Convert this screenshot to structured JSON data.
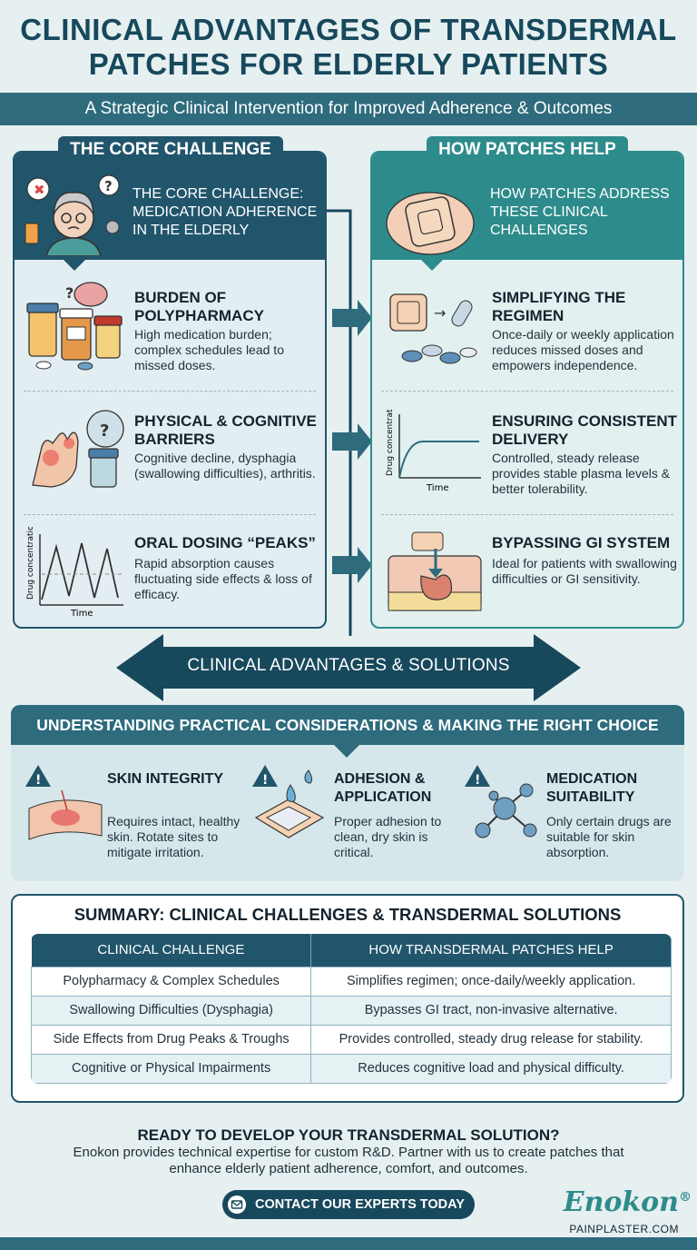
{
  "title": "CLINICAL ADVANTAGES OF TRANSDERMAL PATCHES FOR ELDERLY PATIENTS",
  "subtitle": "A Strategic Clinical Intervention for Improved Adherence & Outcomes",
  "left": {
    "tab": "THE CORE CHALLENGE",
    "header": "THE CORE CHALLENGE: MEDICATION ADHERENCE IN THE ELDERLY",
    "items": [
      {
        "title": "BURDEN OF POLYPHARMACY",
        "desc": "High medication burden; complex schedules lead to missed doses."
      },
      {
        "title": "PHYSICAL & COGNITIVE BARRIERS",
        "desc": "Cognitive decline, dysphagia (swallowing difficulties), arthritis."
      },
      {
        "title": "ORAL DOSING “PEAKS”",
        "desc": "Rapid absorption causes fluctuating side effects & loss of efficacy."
      }
    ],
    "graph": {
      "ylabel": "Drug concentration",
      "xlabel": "Time"
    }
  },
  "right": {
    "tab": "HOW PATCHES HELP",
    "header": "HOW PATCHES ADDRESS THESE CLINICAL CHALLENGES",
    "items": [
      {
        "title": "SIMPLIFYING THE REGIMEN",
        "desc": "Once-daily or weekly application reduces missed doses and empowers independence."
      },
      {
        "title": "ENSURING CONSISTENT DELIVERY",
        "desc": "Controlled, steady release provides stable plasma levels & better tolerability."
      },
      {
        "title": "BYPASSING GI SYSTEM",
        "desc": "Ideal for patients with swallowing difficulties or GI sensitivity."
      }
    ],
    "graph": {
      "ylabel": "Drug concentration",
      "xlabel": "Time"
    }
  },
  "band": "CLINICAL ADVANTAGES & SOLUTIONS",
  "considerations": {
    "heading": "UNDERSTANDING PRACTICAL CONSIDERATIONS & MAKING THE RIGHT CHOICE",
    "items": [
      {
        "title": "SKIN INTEGRITY",
        "desc": "Requires intact, healthy skin. Rotate sites to mitigate irritation."
      },
      {
        "title": "ADHESION & APPLICATION",
        "desc": "Proper adhesion to clean, dry skin is critical."
      },
      {
        "title": "MEDICATION SUITABILITY",
        "desc": "Only certain drugs are suitable for skin absorption."
      }
    ]
  },
  "summary": {
    "title": "SUMMARY: CLINICAL CHALLENGES & TRANSDERMAL SOLUTIONS",
    "headers": [
      "CLINICAL CHALLENGE",
      "HOW TRANSDERMAL PATCHES HELP"
    ],
    "rows": [
      [
        "Polypharmacy & Complex Schedules",
        "Simplifies regimen; once-daily/weekly application."
      ],
      [
        "Swallowing Difficulties (Dysphagia)",
        "Bypasses GI tract, non-invasive alternative."
      ],
      [
        "Side Effects from Drug Peaks & Troughs",
        "Provides controlled, steady drug release for stability."
      ],
      [
        "Cognitive or Physical Impairments",
        "Reduces cognitive load and physical difficulty."
      ]
    ]
  },
  "cta": {
    "title": "READY TO DEVELOP YOUR TRANSDERMAL SOLUTION?",
    "text": "Enokon provides technical expertise for custom R&D. Partner with us to create patches that enhance elderly patient adherence, comfort, and outcomes.",
    "button": "CONTACT OUR EXPERTS TODAY"
  },
  "brand": {
    "name": "Enokon",
    "mark": "®",
    "url": "PAINPLASTER.COM"
  },
  "colors": {
    "navy": "#21556b",
    "teal": "#2e8b8c",
    "band": "#17485c",
    "background": "#e6f0f1"
  }
}
